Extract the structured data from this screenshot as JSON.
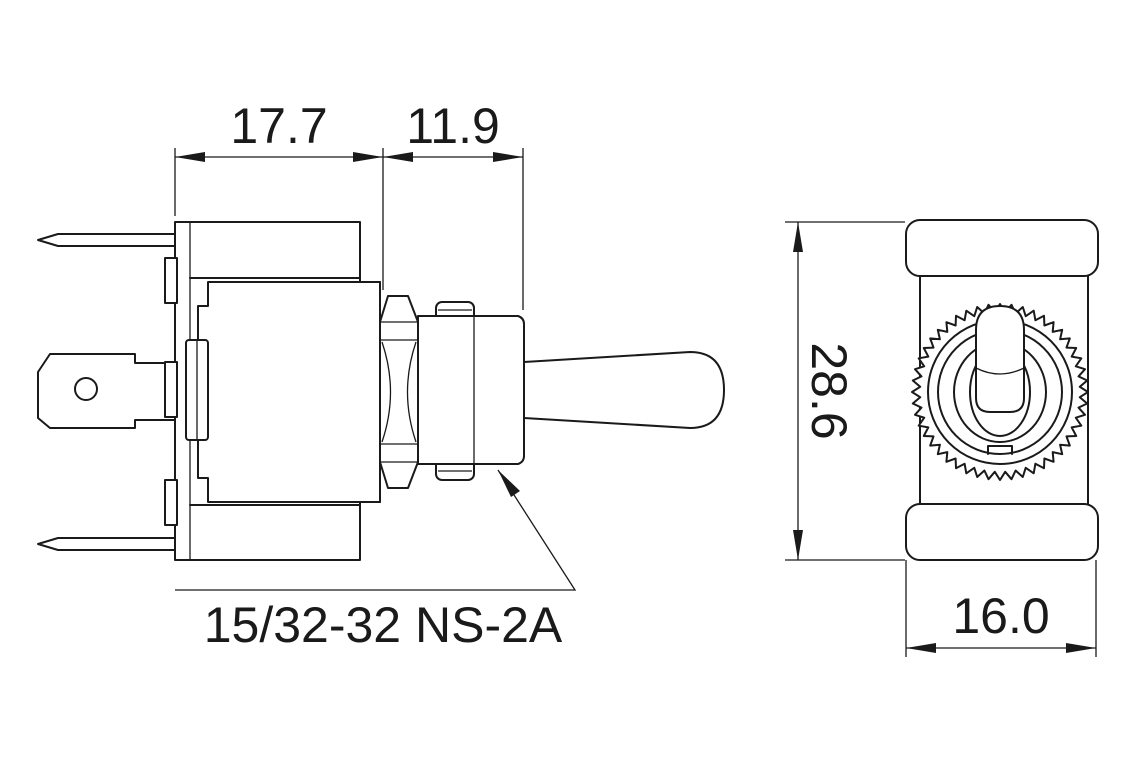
{
  "dimensions": {
    "body_length": "17.7",
    "bushing_length": "11.9",
    "height": "28.6",
    "width": "16.0"
  },
  "thread_callout": "15/32-32 NS-2A",
  "colors": {
    "line": "#1a1a1a",
    "background": "#ffffff"
  }
}
